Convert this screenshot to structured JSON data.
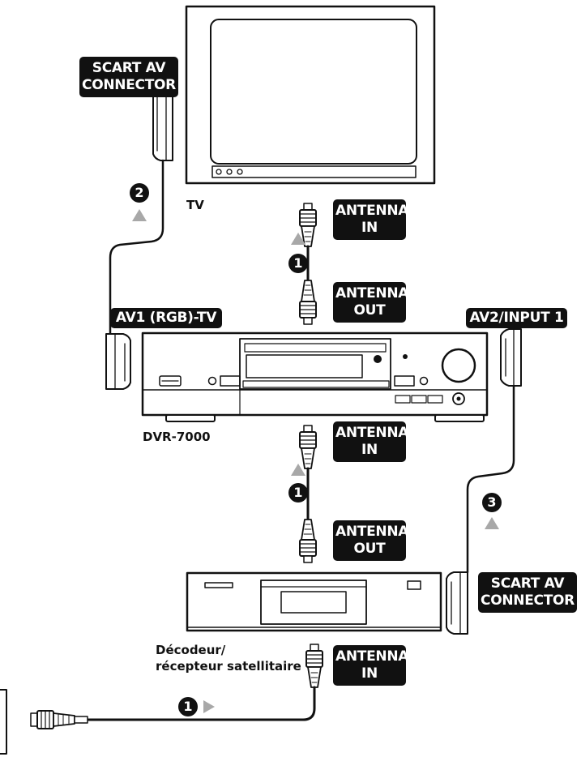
{
  "labels": {
    "scart_tv": [
      "SCART AV",
      "CONNECTOR"
    ],
    "scart_decoder": [
      "SCART AV",
      "CONNECTOR"
    ],
    "antenna_in_tv": [
      "ANTENNA",
      "IN"
    ],
    "antenna_out_dvr": [
      "ANTENNA",
      "OUT"
    ],
    "antenna_in_dvr": [
      "ANTENNA",
      "IN"
    ],
    "antenna_out_decoder": [
      "ANTENNA",
      "OUT"
    ],
    "antenna_in_decoder": [
      "ANTENNA",
      "IN"
    ],
    "av1": "AV1 (RGB)-TV",
    "av2": "AV2/INPUT 1"
  },
  "devices": {
    "tv": "TV",
    "recorder": "DVR-7000",
    "decoder_line1": "Décodeur/",
    "decoder_line2": "récepteur satellitaire"
  },
  "steps": {
    "one": "1",
    "two": "2",
    "three": "3"
  }
}
